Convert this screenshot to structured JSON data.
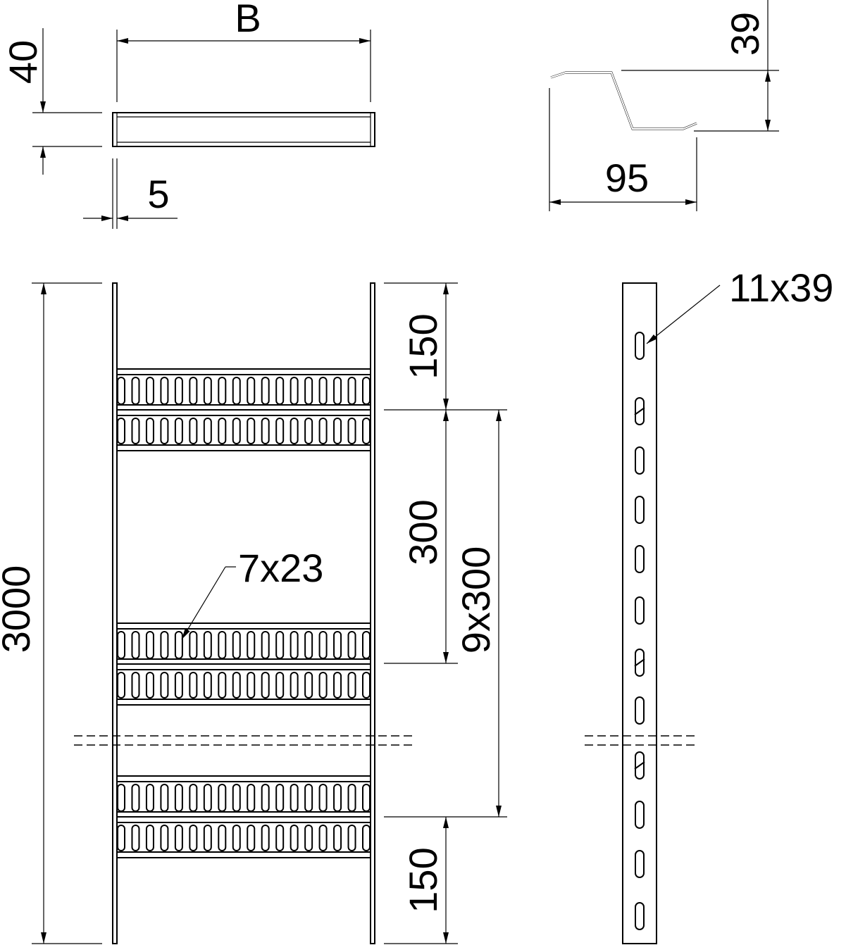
{
  "dimensions": {
    "width_label": "B",
    "side_height": "40",
    "thickness": "5",
    "profile_height": "39",
    "profile_width": "95",
    "total_length": "3000",
    "end_spacing_top": "150",
    "rung_spacing": "300",
    "rung_pitch": "9x300",
    "end_spacing_bottom": "150",
    "rung_slot": "7x23",
    "rail_slot": "11x39"
  },
  "slots_per_rung_row": 18,
  "colors": {
    "line": "#000000",
    "background": "#ffffff"
  }
}
